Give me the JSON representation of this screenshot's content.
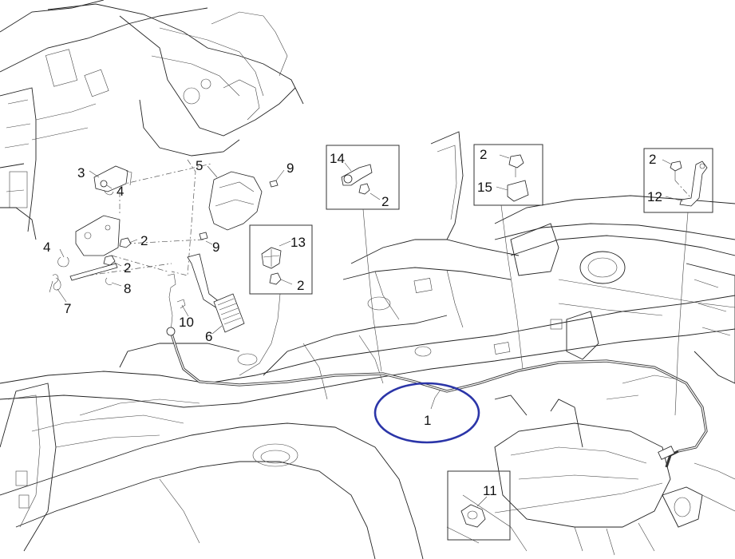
{
  "callouts": {
    "c1": "1",
    "c2_bracket": "2",
    "c2_lower": "2",
    "c2_cap13": "2",
    "c2_box14": "2",
    "c2_box15": "2",
    "c2_box12": "2",
    "c3": "3",
    "c4_upper": "4",
    "c4_left": "4",
    "c5": "5",
    "c6": "6",
    "c7": "7",
    "c8": "8",
    "c9_upper": "9",
    "c9_lower": "9",
    "c10": "10",
    "c11": "11",
    "c12": "12",
    "c13": "13",
    "c14": "14",
    "c15": "15"
  },
  "colors": {
    "highlight_ellipse": "#2b35a8",
    "linework": "#222222"
  }
}
